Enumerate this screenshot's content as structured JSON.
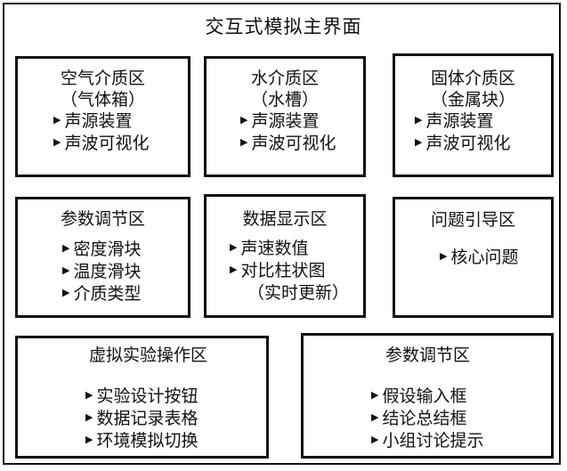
{
  "title": "交互式模拟主界面",
  "bullet_icon": "triangle-right-icon",
  "boxes": {
    "air": {
      "title": "空气介质区",
      "sub": "（气体箱）",
      "items": [
        "声源装置",
        "声波可视化"
      ]
    },
    "water": {
      "title": "水介质区",
      "sub": "（水槽）",
      "items": [
        "声源装置",
        "声波可视化"
      ]
    },
    "solid": {
      "title": "固体介质区",
      "sub": "（金属块）",
      "items": [
        "声源装置",
        "声波可视化"
      ]
    },
    "param1": {
      "title": "参数调节区",
      "items": [
        "密度滑块",
        "温度滑块",
        "介质类型"
      ]
    },
    "display": {
      "title": "数据显示区",
      "items": [
        "声速数值",
        "对比柱状图"
      ],
      "note": "（实时更新）"
    },
    "guide": {
      "title": "问题引导区",
      "items": [
        "核心问题"
      ]
    },
    "experiment": {
      "title": "虚拟实验操作区",
      "items": [
        "实验设计按钮",
        "数据记录表格",
        "环境模拟切换"
      ]
    },
    "param2": {
      "title": "参数调节区",
      "items": [
        "假设输入框",
        "结论总结框",
        "小组讨论提示"
      ]
    }
  }
}
